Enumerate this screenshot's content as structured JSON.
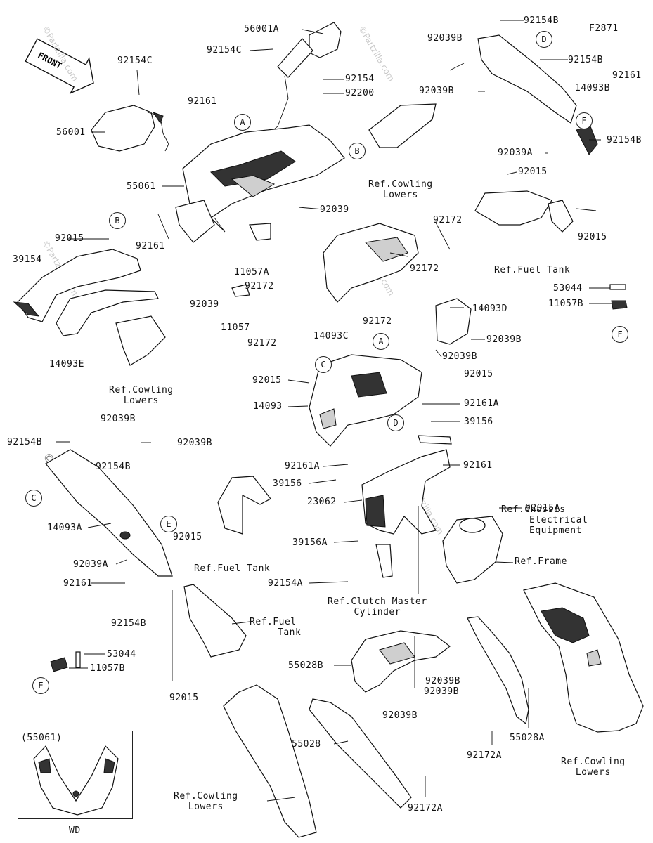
{
  "figure_code": "F2871",
  "front_label": "FRONT",
  "watermark": "©Partzilla.com",
  "inset": {
    "title": "(55061)",
    "caption": "WD"
  },
  "callouts": {
    "A1": "A",
    "A2": "A",
    "B1": "B",
    "B2": "B",
    "C1": "C",
    "C2": "C",
    "D1": "D",
    "D2": "D",
    "E1": "E",
    "E2": "E",
    "F1": "F",
    "F2": "F"
  },
  "labels": {
    "p56001A": "56001A",
    "p92154C_top": "92154C",
    "p92154C_left": "92154C",
    "p92154": "92154",
    "p92200": "92200",
    "p92161_top": "92161",
    "p56001": "56001",
    "p55061": "55061",
    "p92039_mid": "92039",
    "p92161_left": "92161",
    "p92015_B": "92015",
    "p39154": "39154",
    "p14093E": "14093E",
    "p11057A": "11057A",
    "p92172_a": "92172",
    "p92039_b": "92039",
    "p11057": "11057",
    "p92172_b": "92172",
    "p14093C": "14093C",
    "p92172_c": "92172",
    "p92172_d": "92172",
    "p92172_e": "92172",
    "p14093D": "14093D",
    "p92039B_d1": "92039B",
    "p92039B_d2": "92039B",
    "p92154B_top": "92154B",
    "p92039B_top": "92039B",
    "p92154B_top2": "92154B",
    "p92161_tr": "92161",
    "p92039B_tr": "92039B",
    "p14093B": "14093B",
    "p92154B_tr": "92154B",
    "p92039A_tr": "92039A",
    "p92015_tr": "92015",
    "p92015_tr2": "92015",
    "p53044_r": "53044",
    "p11057B_r": "11057B",
    "p92015_c": "92015",
    "p92015_c2": "92015",
    "p14093": "14093",
    "p92161A_a": "92161A",
    "p39156_a": "39156",
    "p92161A_b": "92161A",
    "p39156_b": "39156",
    "p92161_m": "92161",
    "p92015A": "92015A",
    "p23062": "23062",
    "p39156A": "39156A",
    "p92154A": "92154A",
    "p92039B_l1": "92039B",
    "p92154B_l1": "92154B",
    "p92039B_l2": "92039B",
    "p92154B_l2": "92154B",
    "p14093A": "14093A",
    "p92015_l": "92015",
    "p92039A_l": "92039A",
    "p92161_l": "92161",
    "p92154B_l3": "92154B",
    "p53044_l": "53044",
    "p11057B_l": "11057B",
    "p92015_l2": "92015",
    "p55028B": "55028B",
    "p92039B_b1": "92039B",
    "p92039B_b2": "92039B",
    "p92039B_b3": "92039B",
    "p55028": "55028",
    "p92172A_a": "92172A",
    "p55028A": "55028A",
    "p92172A_b": "92172A"
  },
  "refs": {
    "cowling_lowers_top": [
      "Ref.Cowling",
      "Lowers"
    ],
    "fuel_tank_right": "Ref.Fuel Tank",
    "cowling_lowers_left": [
      "Ref.Cowling",
      "Lowers"
    ],
    "chassis_electrical": [
      "Ref.Chassis",
      "Electrical",
      "Equipment"
    ],
    "frame": "Ref.Frame",
    "fuel_tank_left": "Ref.Fuel Tank",
    "clutch_master": [
      "Ref.Clutch Master",
      "Cylinder"
    ],
    "fuel_tank_mid": [
      "Ref.Fuel",
      "Tank"
    ],
    "cowling_lowers_br": [
      "Ref.Cowling",
      "Lowers"
    ],
    "cowling_lowers_bl": [
      "Ref.Cowling",
      "Lowers"
    ]
  }
}
